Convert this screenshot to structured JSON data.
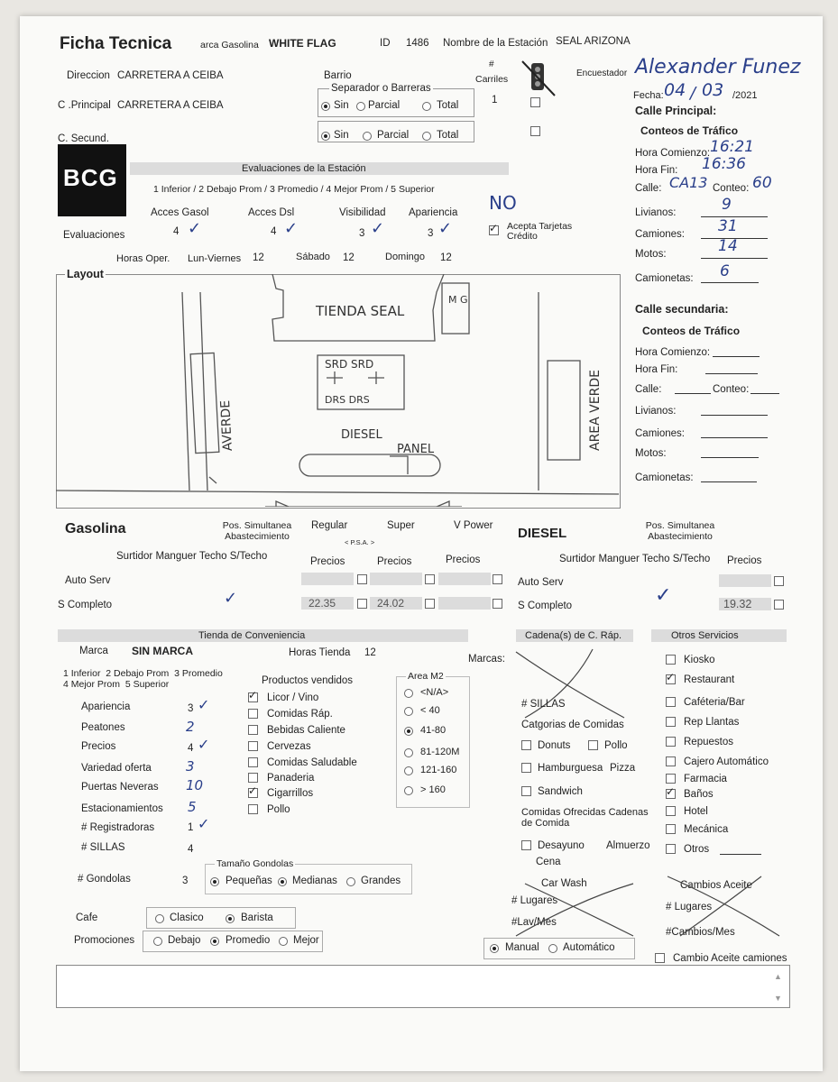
{
  "header": {
    "title": "Ficha Tecnica",
    "marca_label": "arca Gasolina",
    "marca_value": "WHITE FLAG",
    "id_label": "ID",
    "id_value": "1486",
    "nombre_label": "Nombre de la Estación",
    "nombre_value": "SEAL ARIZONA",
    "encuestador_label": "Encuestador",
    "encuestador_value": "Alexander Funez",
    "fecha_label": "Fecha:",
    "fecha_day": "04",
    "fecha_month": "03",
    "fecha_year": "/2021"
  },
  "location": {
    "direccion_label": "Direccion",
    "direccion_value": "CARRETERA A CEIBA",
    "principal_label": "C .Principal",
    "principal_value": "CARRETERA A CEIBA",
    "secund_label": "C. Secund.",
    "barrio_label": "Barrio",
    "separador_label": "Separador o Barreras",
    "carriles_hash": "#",
    "carriles_label": "Carriles",
    "carriles_value": "1",
    "opt_sin": "Sin",
    "opt_parcial": "Parcial",
    "opt_total": "Total"
  },
  "logo": "BCG",
  "evaluaciones": {
    "title": "Evaluaciones de la Estación",
    "scale": "1 Inferior  /  2 Debajo Prom  /  3 Promedio  /  4 Mejor Prom  /  5 Superior",
    "row_label": "Evaluaciones",
    "acces_gasol_label": "Acces Gasol",
    "acces_gasol_value": "4",
    "acces_dsl_label": "Acces Dsl",
    "acces_dsl_value": "4",
    "visibilidad_label": "Visibilidad",
    "visibilidad_value": "3",
    "apariencia_label": "Apariencia",
    "apariencia_value": "3",
    "tarjetas_note": "NO",
    "tarjetas_label": "Acepta Tarjetas Crédito",
    "horas_label": "Horas Oper.",
    "lun_label": "Lun-Viernes",
    "lun_value": "12",
    "sab_label": "Sábado",
    "sab_value": "12",
    "dom_label": "Domingo",
    "dom_value": "12"
  },
  "layout": {
    "label": "Layout",
    "tienda": "TIENDA SEAL",
    "mg": "M G",
    "area_verde_left": "AVERDE",
    "area_verde_right": "AREA VERDE",
    "diesel": "DIESEL",
    "panel": "PANEL",
    "pump_top": "SRD SRD",
    "pump_bottom": "DRS DRS"
  },
  "trafico_principal": {
    "section": "Calle Principal:",
    "title": "Conteos de Tráfico",
    "hora_comienzo_label": "Hora Comienzo:",
    "hora_comienzo_value": "16:21",
    "hora_fin_label": "Hora Fin:",
    "hora_fin_value": "16:36",
    "calle_label": "Calle:",
    "calle_value": "CA13",
    "conteo_label": "Conteo:",
    "conteo_value": "60",
    "livianos_label": "Livianos:",
    "livianos_value": "9",
    "camiones_label": "Camiones:",
    "camiones_value": "31",
    "motos_label": "Motos:",
    "motos_value": "14",
    "camionetas_label": "Camionetas:",
    "camionetas_value": "6"
  },
  "trafico_secundaria": {
    "section": "Calle secundaria:",
    "title": "Conteos de Tráfico",
    "hora_comienzo_label": "Hora Comienzo:",
    "hora_fin_label": "Hora Fin:",
    "calle_label": "Calle:",
    "conteo_label": "Conteo:",
    "livianos_label": "Livianos:",
    "camiones_label": "Camiones:",
    "motos_label": "Motos:",
    "camionetas_label": "Camionetas:"
  },
  "gasolina": {
    "title": "Gasolina",
    "pos_label": "Pos. Simultanea Abastecimiento",
    "regular": "Regular",
    "super": "Super",
    "vpower": "V Power",
    "psa": "< P.S.A. >",
    "cols": "Surtidor  Manguer   Techo   S/Techo",
    "precios": "Precios",
    "auto_serv": "Auto Serv",
    "s_completo": "S Completo",
    "regular_price": "22.35",
    "super_price": "24.02"
  },
  "diesel": {
    "title": "DIESEL",
    "pos_label": "Pos. Simultanea Abastecimiento",
    "cols": "Surtidor  Manguer  Techo  S/Techo",
    "precios": "Precios",
    "auto_serv": "Auto Serv",
    "s_completo": "S Completo",
    "price": "19.32"
  },
  "tienda": {
    "title": "Tienda de Conveniencia",
    "marca_label": "Marca",
    "marca_value": "SIN MARCA",
    "horas_label": "Horas Tienda",
    "horas_value": "12",
    "scale": "1 Inferior  2 Debajo Prom  3 Promedio\n4 Mejor Prom  5 Superior",
    "ratings": [
      {
        "label": "Apariencia",
        "value": "3"
      },
      {
        "label": "Peatones",
        "value": "2"
      },
      {
        "label": "Precios",
        "value": "4"
      },
      {
        "label": "Variedad oferta",
        "value": "3"
      },
      {
        "label": "Puertas Neveras",
        "value": "10"
      },
      {
        "label": "Estacionamientos",
        "value": "5"
      },
      {
        "label": "# Registradoras",
        "value": "1"
      },
      {
        "label": "# SILLAS",
        "value": "4"
      }
    ],
    "productos_title": "Productos vendidos",
    "productos": [
      {
        "label": "Licor / Vino",
        "checked": true
      },
      {
        "label": "Comidas Ráp.",
        "checked": false
      },
      {
        "label": "Bebidas Caliente",
        "checked": false
      },
      {
        "label": "Cervezas",
        "checked": false
      },
      {
        "label": "Comidas Saludable",
        "checked": false
      },
      {
        "label": "Panaderia",
        "checked": false
      },
      {
        "label": "Cigarrillos",
        "checked": true
      },
      {
        "label": "Pollo",
        "checked": false
      }
    ],
    "area_title": "Area M2",
    "areas": [
      {
        "label": "<N/A>",
        "selected": false
      },
      {
        "label": "< 40",
        "selected": false
      },
      {
        "label": "41-80",
        "selected": true
      },
      {
        "label": "81-120M",
        "selected": false
      },
      {
        "label": "121-160",
        "selected": false
      },
      {
        "label": "> 160",
        "selected": false
      }
    ],
    "gondolas_label": "# Gondolas",
    "gondolas_value": "3",
    "tamano_label": "Tamaño Gondolas",
    "pequenas": "Pequeñas",
    "medianas": "Medianas",
    "grandes": "Grandes",
    "cafe_label": "Cafe",
    "clasico": "Clasico",
    "barista": "Barista",
    "promociones_label": "Promociones",
    "debajo": "Debajo",
    "promedio": "Promedio",
    "mejor": "Mejor"
  },
  "cadena": {
    "title": "Cadena(s) de C. Ráp.",
    "marcas_label": "Marcas:",
    "sillas_label": "# SILLAS",
    "categorias_label": "Catgorias de Comidas",
    "donuts": "Donuts",
    "pollo": "Pollo",
    "hamburguesa": "Hamburguesa",
    "pizza": "Pizza",
    "sandwich": "Sandwich",
    "ofrecidas_label": "Comidas Ofrecidas Cadenas de Comida",
    "desayuno": "Desayuno",
    "almuerzo": "Almuerzo",
    "cena": "Cena"
  },
  "carwash": {
    "title": "Car Wash",
    "lugares": "# Lugares",
    "lav_mes": "#Lav/Mes",
    "manual": "Manual",
    "automatico": "Automático"
  },
  "otros": {
    "title": "Otros Servicios",
    "items": [
      {
        "label": "Kiosko",
        "checked": false
      },
      {
        "label": "Restaurant",
        "checked": true
      },
      {
        "label": "Caféteria/Bar",
        "checked": false
      },
      {
        "label": "Rep Llantas",
        "checked": false
      },
      {
        "label": "Repuestos",
        "checked": false
      },
      {
        "label": "Cajero Automático",
        "checked": false
      },
      {
        "label": "Farmacia",
        "checked": false
      },
      {
        "label": "Baños",
        "checked": true
      },
      {
        "label": "Hotel",
        "checked": false
      },
      {
        "label": "Mecánica",
        "checked": false
      },
      {
        "label": "Otros",
        "checked": false
      }
    ]
  },
  "aceite": {
    "title": "Cambios Aceite",
    "lugares": "# Lugares",
    "cambios_mes": "#Cambios/Mes",
    "camiones": "Cambio Aceite camiones"
  }
}
